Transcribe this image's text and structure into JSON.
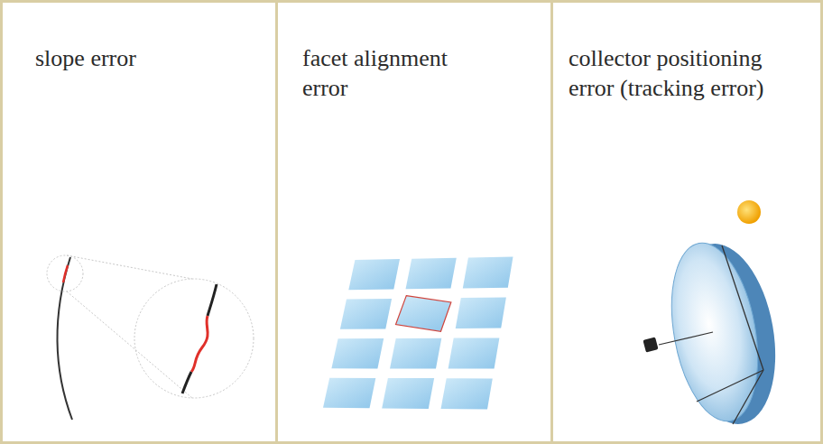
{
  "diagram": {
    "nodes": [
      {
        "text": [
          "slope error"
        ]
      },
      {
        "text": [
          "facet alignment error"
        ]
      },
      {
        "text": [
          "collector positioning error (tracking error)"
        ]
      }
    ]
  }
}
